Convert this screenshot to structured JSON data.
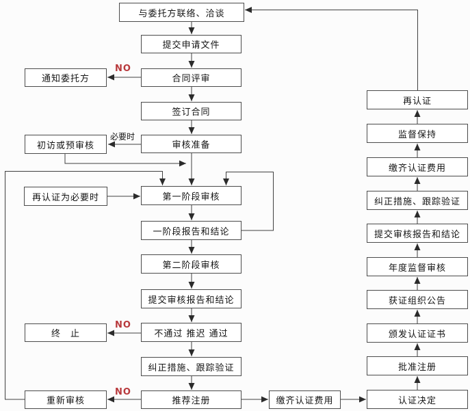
{
  "diagram": {
    "kind": "flowchart",
    "colors": {
      "line": "#3f3f3f",
      "box_border": "#4a4a4a",
      "box_bg": "#ffffff",
      "text": "#141414",
      "no_label": "#b8393c"
    },
    "nodes": {
      "contact": {
        "label": "与委托方联络、洽谈"
      },
      "submit_application": {
        "label": "提交申请文件"
      },
      "contract_review": {
        "label": "合同评审"
      },
      "notify_client": {
        "label": "通知委托方"
      },
      "sign_contract": {
        "label": "签订合同"
      },
      "audit_prep": {
        "label": "审核准备"
      },
      "initial_visit": {
        "label": "初访或预审核"
      },
      "recert_when_necessary": {
        "label": "再认证为必要时"
      },
      "stage1_audit": {
        "label": "第一阶段审核"
      },
      "stage1_report": {
        "label": "一阶段报告和结论"
      },
      "stage2_audit": {
        "label": "第二阶段审核"
      },
      "submit_audit_report": {
        "label": "提交审核报告和结论"
      },
      "decision_gate": {
        "label": "不通过 推迟  通过"
      },
      "terminate": {
        "label": "终　止"
      },
      "corrective_actions": {
        "label": "纠正措施、跟踪验证"
      },
      "recommend_registration": {
        "label": "推荐注册"
      },
      "re_audit": {
        "label": "重新审核"
      },
      "pay_fees_bottom": {
        "label": "缴齐认证费用"
      },
      "cert_decision": {
        "label": "认证决定"
      },
      "approve_registration": {
        "label": "批准注册"
      },
      "issue_certificate": {
        "label": "颁发认证证书"
      },
      "cert_org_announcement": {
        "label": "获证组织公告"
      },
      "annual_surveillance_audit": {
        "label": "年度监督审核"
      },
      "submit_audit_report_right": {
        "label": "提交审核报告和结论"
      },
      "corrective_actions_right": {
        "label": "纠正措施、跟踪验证"
      },
      "pay_fees_right": {
        "label": "缴齐认证费用"
      },
      "surveillance_maintain": {
        "label": "监督保持"
      },
      "recertification": {
        "label": "再认证"
      }
    },
    "edge_labels": {
      "no_contract_review": "NO",
      "no_decision_gate": "NO",
      "no_recommend": "NO",
      "when_necessary": "必要时"
    },
    "edges": [
      {
        "from": "contact",
        "to": "submit_application"
      },
      {
        "from": "submit_application",
        "to": "contract_review"
      },
      {
        "from": "contract_review",
        "to": "notify_client",
        "label": "NO"
      },
      {
        "from": "contract_review",
        "to": "sign_contract"
      },
      {
        "from": "sign_contract",
        "to": "audit_prep"
      },
      {
        "from": "audit_prep",
        "to": "initial_visit",
        "label": "必要时"
      },
      {
        "from": "initial_visit",
        "to": "stage1_audit"
      },
      {
        "from": "audit_prep",
        "to": "stage1_audit"
      },
      {
        "from": "recert_when_necessary",
        "to": "stage1_audit"
      },
      {
        "from": "stage1_audit",
        "to": "stage1_report"
      },
      {
        "from": "stage1_report",
        "to": "stage1_audit",
        "note": "loop-right"
      },
      {
        "from": "stage1_report",
        "to": "stage2_audit"
      },
      {
        "from": "stage2_audit",
        "to": "submit_audit_report"
      },
      {
        "from": "submit_audit_report",
        "to": "decision_gate"
      },
      {
        "from": "decision_gate",
        "to": "terminate",
        "label": "NO"
      },
      {
        "from": "decision_gate",
        "to": "corrective_actions"
      },
      {
        "from": "corrective_actions",
        "to": "recommend_registration"
      },
      {
        "from": "recommend_registration",
        "to": "re_audit",
        "label": "NO"
      },
      {
        "from": "re_audit",
        "to": "stage1_audit",
        "note": "loop-left"
      },
      {
        "from": "recommend_registration",
        "to": "pay_fees_bottom"
      },
      {
        "from": "pay_fees_bottom",
        "to": "cert_decision"
      },
      {
        "from": "cert_decision",
        "to": "approve_registration"
      },
      {
        "from": "approve_registration",
        "to": "issue_certificate"
      },
      {
        "from": "issue_certificate",
        "to": "cert_org_announcement"
      },
      {
        "from": "cert_org_announcement",
        "to": "annual_surveillance_audit"
      },
      {
        "from": "annual_surveillance_audit",
        "to": "submit_audit_report_right"
      },
      {
        "from": "submit_audit_report_right",
        "to": "corrective_actions_right"
      },
      {
        "from": "corrective_actions_right",
        "to": "pay_fees_right"
      },
      {
        "from": "pay_fees_right",
        "to": "surveillance_maintain"
      },
      {
        "from": "surveillance_maintain",
        "to": "recertification"
      },
      {
        "from": "recertification",
        "to": "contact",
        "note": "loop-top"
      }
    ]
  }
}
